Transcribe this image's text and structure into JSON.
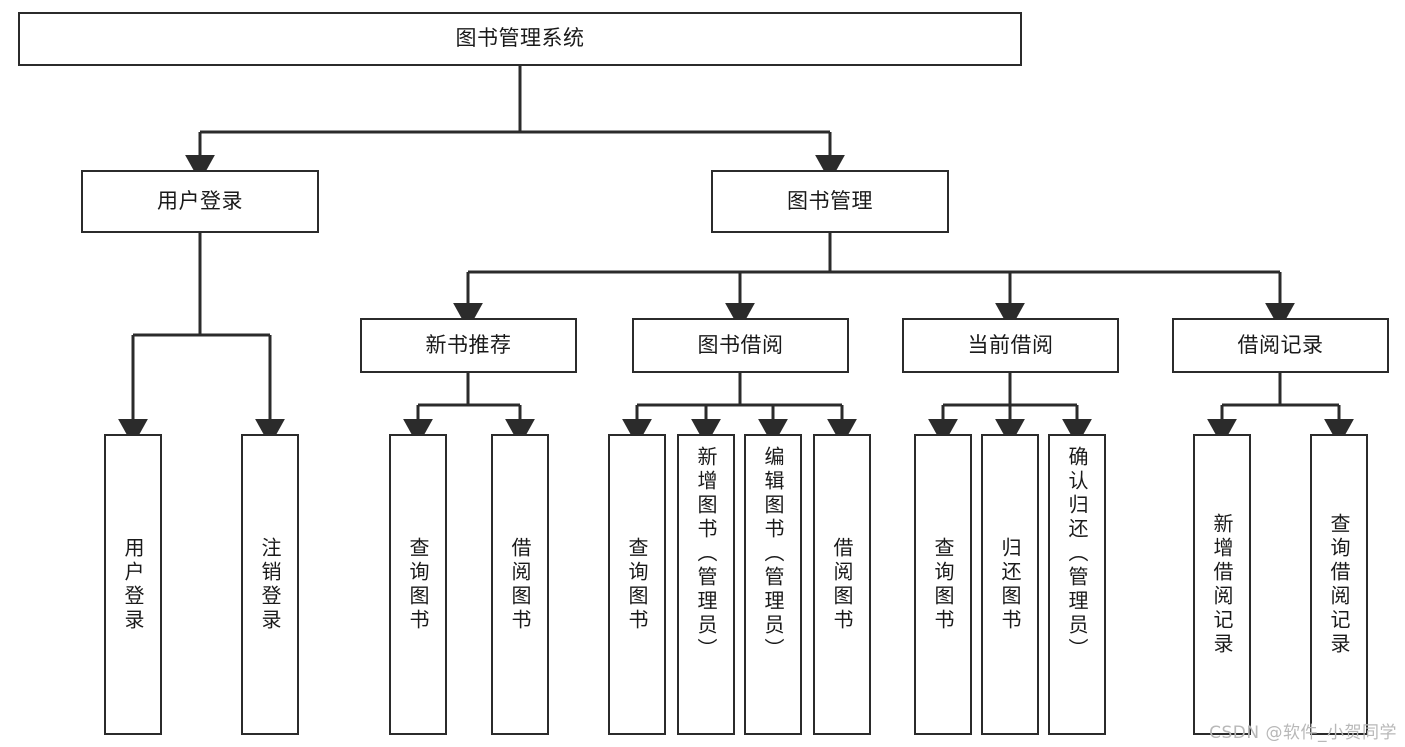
{
  "diagram": {
    "title": "图书管理系统",
    "type": "tree-hierarchy-diagram",
    "watermark": "CSDN @软件_小贺同学",
    "colors": {
      "background": "#ffffff",
      "node_fill": "#ffffff",
      "node_border": "#2b2b2b",
      "edge": "#2b2b2b",
      "text": "#1a1a1a",
      "watermark": "#b8b8b8"
    },
    "root": {
      "label": "图书管理系统"
    },
    "level1": [
      {
        "label": "用户登录"
      },
      {
        "label": "图书管理"
      }
    ],
    "level2": [
      {
        "label": "新书推荐"
      },
      {
        "label": "图书借阅"
      },
      {
        "label": "当前借阅"
      },
      {
        "label": "借阅记录"
      }
    ],
    "leaves": {
      "user_login": [
        {
          "label": "用户登录"
        },
        {
          "label": "注销登录"
        }
      ],
      "new_book_recommend": [
        {
          "label": "查询图书"
        },
        {
          "label": "借阅图书"
        }
      ],
      "book_borrow": [
        {
          "label": "查询图书"
        },
        {
          "label": "新增图书（管理员）"
        },
        {
          "label": "编辑图书（管理员）"
        },
        {
          "label": "借阅图书"
        }
      ],
      "current_borrow": [
        {
          "label": "查询图书"
        },
        {
          "label": "归还图书"
        },
        {
          "label": "确认归还（管理员）"
        }
      ],
      "borrow_record": [
        {
          "label": "新增借阅记录"
        },
        {
          "label": "查询借阅记录"
        }
      ]
    }
  }
}
